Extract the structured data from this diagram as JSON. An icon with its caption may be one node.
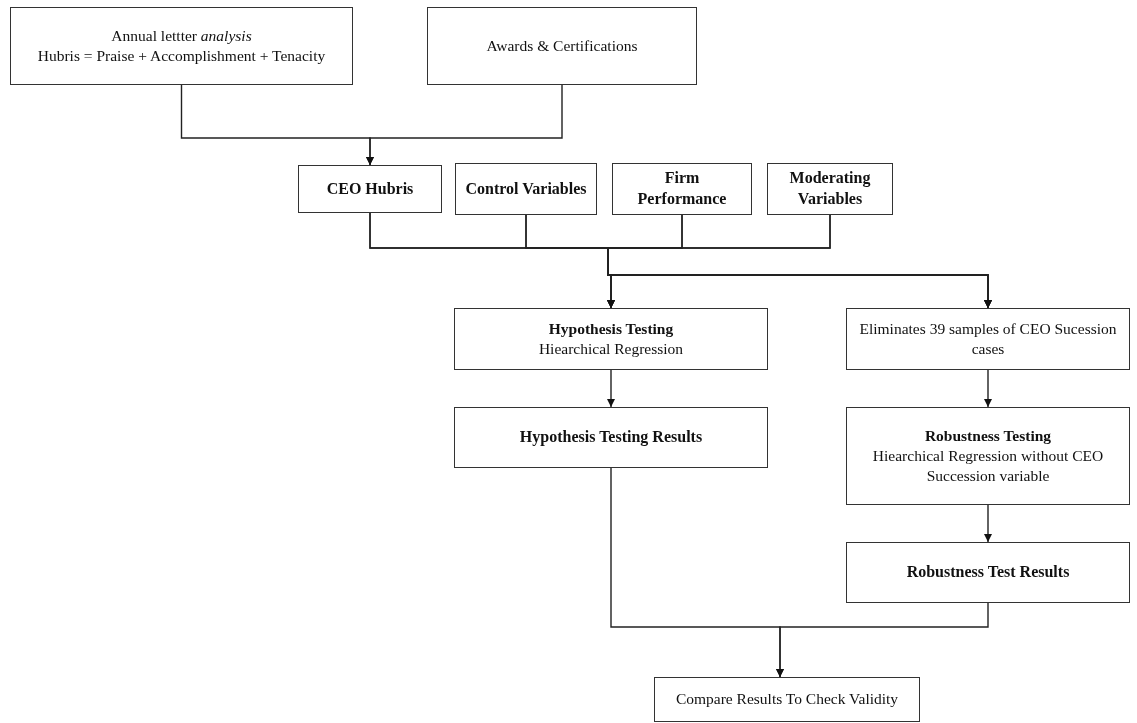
{
  "diagram": {
    "nodes": [
      {
        "text": [
          "Annual lettter *analysis*",
          "Hubris =  Praise + Accomplishment + Tenacity"
        ]
      },
      {
        "text": [
          "Awards & Certifications"
        ]
      },
      {
        "text": [
          "CEO Hubris"
        ]
      },
      {
        "text": [
          "Control Variables"
        ]
      },
      {
        "text": [
          "Firm Performance"
        ]
      },
      {
        "text": [
          "Moderating Variables"
        ]
      },
      {
        "text": [
          "Hypothesis Testing",
          "Hiearchical Regression"
        ]
      },
      {
        "text": [
          "Eliminates 39 samples of CEO Sucession cases"
        ]
      },
      {
        "text": [
          "Hypothesis Testing Results"
        ]
      },
      {
        "text": [
          "Robustness Testing",
          "Hiearchical Regression without CEO Succession variable"
        ]
      },
      {
        "text": [
          "Robustness Test Results"
        ]
      },
      {
        "text": [
          "Compare Results To Check Validity"
        ]
      }
    ],
    "edges": [
      {
        "from": 0,
        "to": 2,
        "arrow": "to"
      },
      {
        "from": 1,
        "to": 2,
        "arrow": "to"
      },
      {
        "from": 2,
        "to": 6,
        "arrow": "to"
      },
      {
        "from": 2,
        "to": 7,
        "arrow": "to"
      },
      {
        "from": 3,
        "to": 6,
        "arrow": "to"
      },
      {
        "from": 3,
        "to": 7,
        "arrow": "to"
      },
      {
        "from": 4,
        "to": 6,
        "arrow": "to"
      },
      {
        "from": 4,
        "to": 7,
        "arrow": "to"
      },
      {
        "from": 5,
        "to": 6,
        "arrow": "to"
      },
      {
        "from": 5,
        "to": 7,
        "arrow": "to"
      },
      {
        "from": 6,
        "to": 8,
        "arrow": "to"
      },
      {
        "from": 7,
        "to": 9,
        "arrow": "to"
      },
      {
        "from": 9,
        "to": 10,
        "arrow": "to"
      },
      {
        "from": 8,
        "to": 11,
        "arrow": "to"
      },
      {
        "from": 10,
        "to": 11,
        "arrow": "to"
      }
    ]
  }
}
